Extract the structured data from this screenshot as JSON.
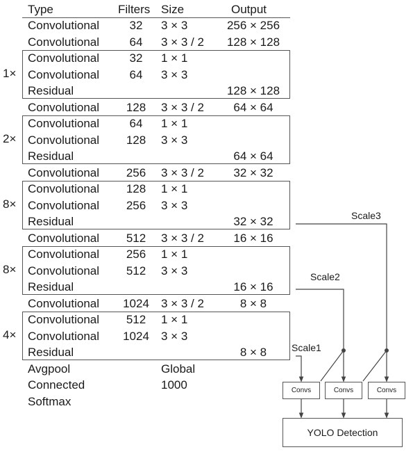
{
  "header": {
    "type": "Type",
    "filters": "Filters",
    "size": "Size",
    "output": "Output"
  },
  "rows": [
    {
      "type": "Convolutional",
      "filters": "32",
      "size": "3 × 3",
      "output": "256 × 256"
    },
    {
      "type": "Convolutional",
      "filters": "64",
      "size": "3 × 3 / 2",
      "output": "128 × 128"
    },
    {
      "type": "Convolutional",
      "filters": "32",
      "size": "1 × 1",
      "output": ""
    },
    {
      "type": "Convolutional",
      "filters": "64",
      "size": "3 × 3",
      "output": ""
    },
    {
      "type": "Residual",
      "filters": "",
      "size": "",
      "output": "128 × 128"
    },
    {
      "type": "Convolutional",
      "filters": "128",
      "size": "3 × 3 / 2",
      "output": "64 × 64"
    },
    {
      "type": "Convolutional",
      "filters": "64",
      "size": "1 × 1",
      "output": ""
    },
    {
      "type": "Convolutional",
      "filters": "128",
      "size": "3 × 3",
      "output": ""
    },
    {
      "type": "Residual",
      "filters": "",
      "size": "",
      "output": "64 × 64"
    },
    {
      "type": "Convolutional",
      "filters": "256",
      "size": "3 × 3 / 2",
      "output": "32 × 32"
    },
    {
      "type": "Convolutional",
      "filters": "128",
      "size": "1 × 1",
      "output": ""
    },
    {
      "type": "Convolutional",
      "filters": "256",
      "size": "3 × 3",
      "output": ""
    },
    {
      "type": "Residual",
      "filters": "",
      "size": "",
      "output": "32 × 32"
    },
    {
      "type": "Convolutional",
      "filters": "512",
      "size": "3 × 3 / 2",
      "output": "16 × 16"
    },
    {
      "type": "Convolutional",
      "filters": "256",
      "size": "1 × 1",
      "output": ""
    },
    {
      "type": "Convolutional",
      "filters": "512",
      "size": "3 × 3",
      "output": ""
    },
    {
      "type": "Residual",
      "filters": "",
      "size": "",
      "output": "16 × 16"
    },
    {
      "type": "Convolutional",
      "filters": "1024",
      "size": "3 × 3 / 2",
      "output": "8 × 8"
    },
    {
      "type": "Convolutional",
      "filters": "512",
      "size": "1 × 1",
      "output": ""
    },
    {
      "type": "Convolutional",
      "filters": "1024",
      "size": "3 × 3",
      "output": ""
    },
    {
      "type": "Residual",
      "filters": "",
      "size": "",
      "output": "8 × 8"
    },
    {
      "type": "Avgpool",
      "filters": "",
      "size": "Global",
      "output": ""
    },
    {
      "type": "Connected",
      "filters": "",
      "size": "1000",
      "output": ""
    },
    {
      "type": "Softmax",
      "filters": "",
      "size": "",
      "output": ""
    }
  ],
  "repeats": [
    "1×",
    "2×",
    "8×",
    "8×",
    "4×"
  ],
  "scales": {
    "scale1": "Scale1",
    "scale2": "Scale2",
    "scale3": "Scale3"
  },
  "convs": [
    "Convs",
    "Convs",
    "Convs"
  ],
  "detection": "YOLO Detection"
}
